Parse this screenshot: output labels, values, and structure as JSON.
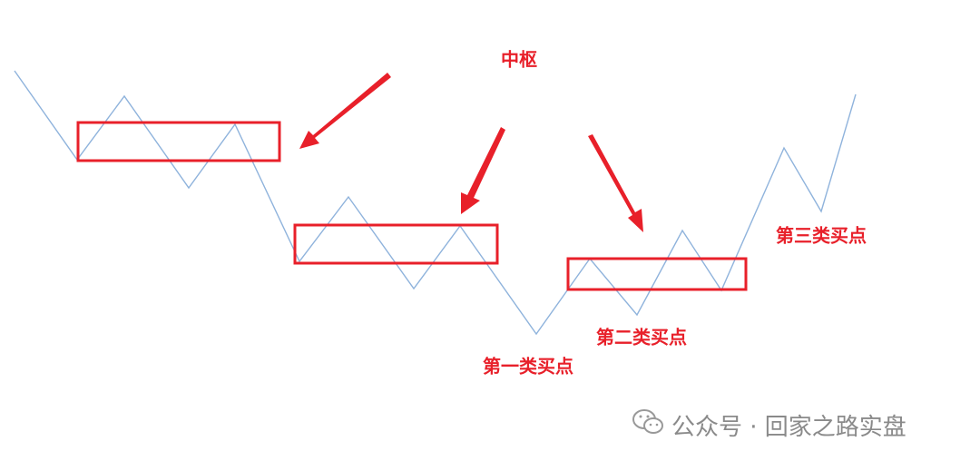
{
  "diagram": {
    "title_label": "中枢",
    "buy_point_1": "第一类买点",
    "buy_point_2": "第二类买点",
    "buy_point_3": "第三类买点",
    "watermark": "公众号 · 回家之路实盘",
    "colors": {
      "line": "#8fb3dc",
      "box": "#e8202a",
      "arrow": "#e8202a",
      "label": "#e8202a"
    }
  }
}
